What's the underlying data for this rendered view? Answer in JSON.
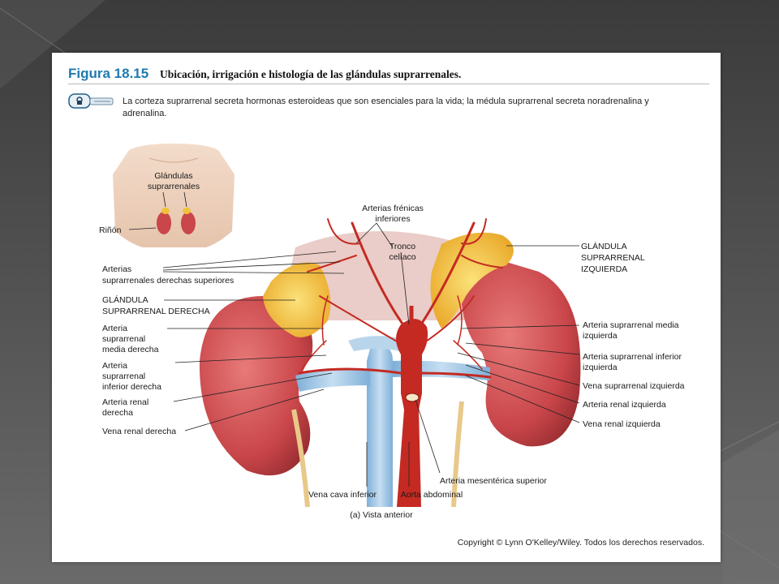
{
  "figure": {
    "number": "Figura 18.15",
    "title": "Ubicación, irrigación e histología de las glándulas suprarrenales.",
    "intro": "La corteza suprarrenal secreta hormonas esteroideas que son esenciales para la vida; la médula suprarrenal secreta noradrenalina y adrenalina.",
    "caption": "(a) Vista anterior",
    "copyright": "Copyright © Lynn O'Kelley/Wiley. Todos los derechos reservados."
  },
  "labels": {
    "glandulas": [
      "Glándulas",
      "suprarrenales"
    ],
    "rinon": "Riñón",
    "arterias_frenicas": [
      "Arterias frénicas",
      "inferiores"
    ],
    "tronco_celiaco": [
      "Tronco",
      "celíaco"
    ],
    "arterias_supr_der_sup": [
      "Arterias",
      "suprarrenales derechas superiores"
    ],
    "glandula_supr_der": [
      "GLÁNDULA",
      "SUPRARRENAL DERECHA"
    ],
    "arteria_supr_media_der": [
      "Arteria",
      "suprarrenal",
      "media derecha"
    ],
    "arteria_supr_inf_der": [
      "Arteria",
      "suprarrenal",
      "inferior derecha"
    ],
    "arteria_renal_der": [
      "Arteria renal",
      "derecha"
    ],
    "vena_renal_der": "Vena renal derecha",
    "glandula_supr_izq": [
      "GLÁNDULA",
      "SUPRARRENAL",
      "IZQUIERDA"
    ],
    "arteria_supr_media_izq": [
      "Arteria suprarrenal media",
      "izquierda"
    ],
    "arteria_supr_inf_izq": [
      "Arteria suprarrenal inferior",
      "izquierda"
    ],
    "vena_supr_izq": "Vena suprarrenal izquierda",
    "arteria_renal_izq": "Arteria renal izquierda",
    "vena_renal_izq": "Vena renal izquierda",
    "arteria_mesenterica": "Arteria mesentérica superior",
    "vena_cava": "Vena cava inferior",
    "aorta": "Aorta abdominal"
  },
  "colors": {
    "figure_number": "#1f7ab0",
    "kidney": "#c9464a",
    "adrenal_gland": "#f2c23a",
    "artery": "#c42a22",
    "vein": "#9fc6e6",
    "background": "#4a4a4a"
  }
}
